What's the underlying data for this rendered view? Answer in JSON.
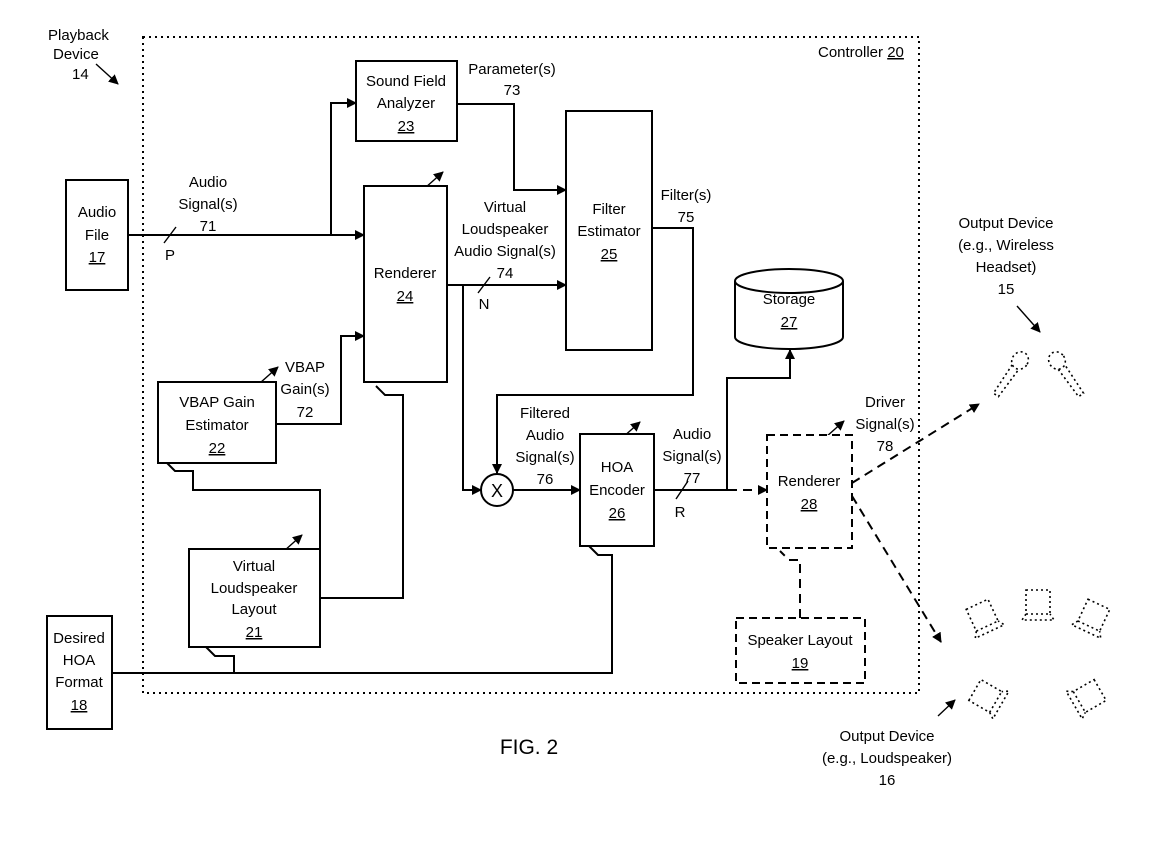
{
  "labels": {
    "playback_1": "Playback",
    "playback_2": "Device",
    "playback_3": "14",
    "controller": "Controller",
    "controller_num": "20",
    "audio_file_1": "Audio",
    "audio_file_2": "File",
    "audio_file_num": "17",
    "sfa_1": "Sound Field",
    "sfa_2": "Analyzer",
    "sfa_num": "23",
    "param_1": "Parameter(s)",
    "param_2": "73",
    "audio_sig_1": "Audio",
    "audio_sig_2": "Signal(s)",
    "audio_sig_3": "71",
    "p": "P",
    "renderer_1": "Renderer",
    "renderer_1_num": "24",
    "vls_sig_1": "Virtual",
    "vls_sig_2": "Loudspeaker",
    "vls_sig_3": "Audio Signal(s)",
    "vls_sig_4": "74",
    "n": "N",
    "filter_est_1": "Filter",
    "filter_est_2": "Estimator",
    "filter_est_num": "25",
    "filters_1": "Filter(s)",
    "filters_2": "75",
    "storage": "Storage",
    "storage_num": "27",
    "vbap_gain_1": "VBAP",
    "vbap_gain_2": "Gain(s)",
    "vbap_gain_3": "72",
    "vbap_est_1": "VBAP Gain",
    "vbap_est_2": "Estimator",
    "vbap_est_num": "22",
    "filtered_1": "Filtered",
    "filtered_2": "Audio",
    "filtered_3": "Signal(s)",
    "filtered_4": "76",
    "mult": "X",
    "hoa_enc_1": "HOA",
    "hoa_enc_2": "Encoder",
    "hoa_enc_num": "26",
    "audio77_1": "Audio",
    "audio77_2": "Signal(s)",
    "audio77_3": "77",
    "r": "R",
    "renderer_2": "Renderer",
    "renderer_2_num": "28",
    "driver_1": "Driver",
    "driver_2": "Signal(s)",
    "driver_3": "78",
    "vls_layout_1": "Virtual",
    "vls_layout_2": "Loudspeaker",
    "vls_layout_3": "Layout",
    "vls_layout_num": "21",
    "speaker_layout": "Speaker Layout",
    "speaker_layout_num": "19",
    "desired_1": "Desired",
    "desired_2": "HOA",
    "desired_3": "Format",
    "desired_num": "18",
    "out_headset_1": "Output Device",
    "out_headset_2": "(e.g., Wireless",
    "out_headset_3": "Headset)",
    "out_headset_4": "15",
    "out_ls_1": "Output Device",
    "out_ls_2": "(e.g., Loudspeaker)",
    "out_ls_3": "16",
    "figure": "FIG. 2"
  },
  "icons": [
    "wireless-headset-icon",
    "loudspeaker-icon"
  ]
}
